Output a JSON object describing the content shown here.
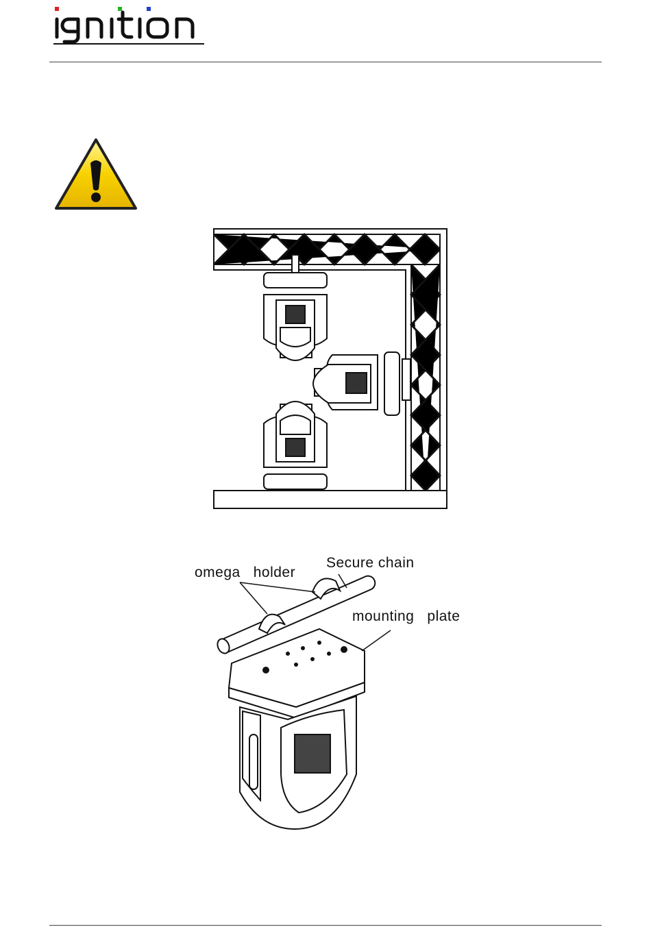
{
  "header": {
    "logo_text": "ignition",
    "logo_dot_colors": [
      "#e02020",
      "#22b422",
      "#2040d0"
    ]
  },
  "warning": {
    "icon": "warning-triangle-icon",
    "fill_color": "#f5c400"
  },
  "mounting_figure": {
    "labels": {
      "omega_holder": "omega   holder",
      "secure_chain": "Secure chain",
      "mounting_plate": "mounting   plate"
    }
  }
}
